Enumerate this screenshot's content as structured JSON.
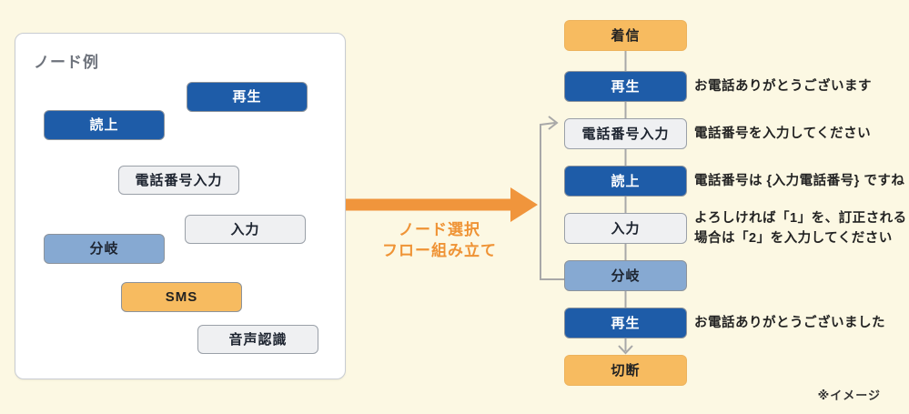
{
  "palette": {
    "background": "#FCF8E3",
    "node_dark_blue": "#1E5CA8",
    "node_mid_blue": "#86A9D2",
    "node_light_gray": "#EFF0F2",
    "node_orange": "#F7BB60",
    "arrow_orange": "#F0953C",
    "transition_text_orange": "#EF9335",
    "connector_gray": "#A8A8A8",
    "panel_border": "#C8CCD2"
  },
  "panel": {
    "title": "ノード例",
    "nodes": [
      {
        "label": "再生",
        "variant": "dark-blue"
      },
      {
        "label": "読上",
        "variant": "dark-blue"
      },
      {
        "label": "電話番号入力",
        "variant": "gray"
      },
      {
        "label": "入力",
        "variant": "gray"
      },
      {
        "label": "分岐",
        "variant": "mid-blue"
      },
      {
        "label": "SMS",
        "variant": "orange"
      },
      {
        "label": "音声認識",
        "variant": "gray"
      }
    ]
  },
  "transition": {
    "line1": "ノード選択",
    "line2": "フロー組み立て"
  },
  "flow": {
    "nodes": [
      {
        "label": "着信",
        "variant": "orange"
      },
      {
        "label": "再生",
        "variant": "dark-blue",
        "annotation": [
          "お電話ありがとうございます"
        ]
      },
      {
        "label": "電話番号入力",
        "variant": "gray",
        "annotation": [
          "電話番号を入力してください"
        ]
      },
      {
        "label": "読上",
        "variant": "dark-blue",
        "annotation": [
          "電話番号は {入力電話番号} ですね"
        ]
      },
      {
        "label": "入力",
        "variant": "gray",
        "annotation": [
          "よろしければ「1」を、訂正される",
          "場合は「2」を入力してください"
        ]
      },
      {
        "label": "分岐",
        "variant": "mid-blue"
      },
      {
        "label": "再生",
        "variant": "dark-blue",
        "annotation": [
          "お電話ありがとうございました"
        ]
      },
      {
        "label": "切断",
        "variant": "orange"
      }
    ]
  },
  "note": "※イメージ"
}
